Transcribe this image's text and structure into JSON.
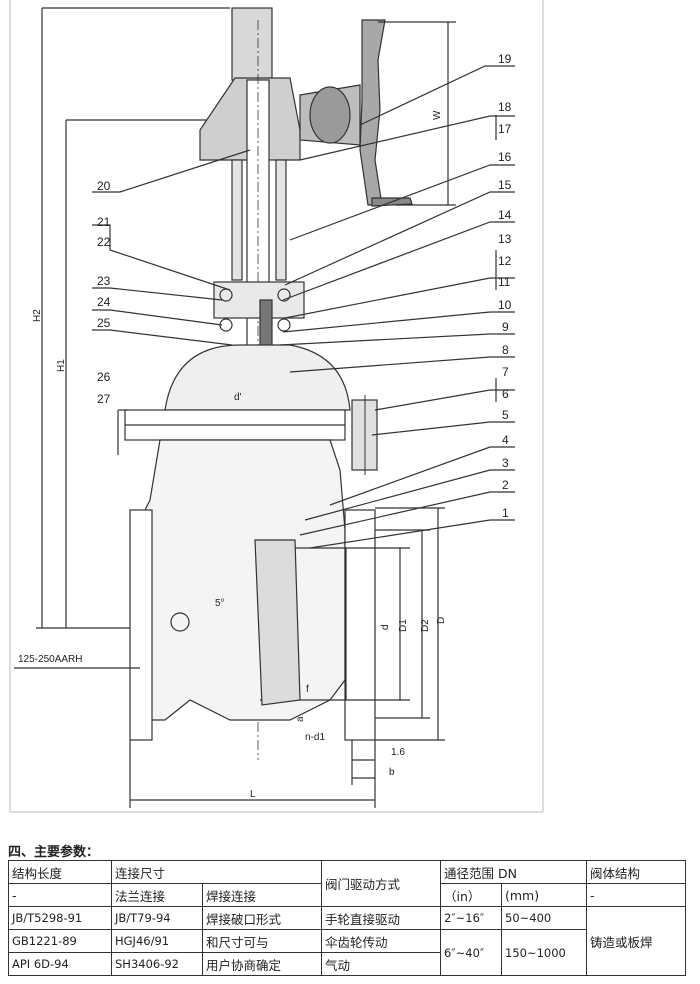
{
  "drawing": {
    "part_numbers": [
      "1",
      "2",
      "3",
      "4",
      "5",
      "6",
      "7",
      "8",
      "9",
      "10",
      "11",
      "12",
      "13",
      "14",
      "15",
      "16",
      "17",
      "18",
      "19",
      "20",
      "21",
      "22",
      "23",
      "24",
      "25",
      "26",
      "27"
    ],
    "dimension_labels": {
      "W": "W",
      "H1": "H1",
      "H2": "H2",
      "L": "L",
      "D": "D",
      "D1": "D1",
      "D2": "D2",
      "d": "d",
      "d_prime": "d'",
      "b": "b",
      "f": "1.6",
      "n_d1": "n-d1",
      "a": "a",
      "angle": "5°",
      "finish": "125-250AARH",
      "seal_mark": "f"
    }
  },
  "section_title": "四、主要参数：",
  "table": {
    "h_length": "结构长度",
    "h_conn": "连接尺寸",
    "h_drive": "阀门驱动方式",
    "h_dn": "通径范围 DN",
    "h_body": "阀体结构",
    "dash1": "-",
    "flange": "法兰连接",
    "weld": "焊接连接",
    "in": "（in）",
    "mm": "(mm)",
    "dash2": "-",
    "len1": "JB/T5298-91",
    "len2": "GB1221-89",
    "len3": "API 6D-94",
    "fl1": "JB/T79-94",
    "fl2": "HGJ46/91",
    "fl3": "SH3406-92",
    "weld1": "焊接破口形式",
    "weld2": "和尺寸可与",
    "weld3": "用户协商确定",
    "drive1": "手轮直接驱动",
    "drive2": "伞齿轮传动",
    "drive3": "气动",
    "in1": "2″~16″",
    "mm1": "50~400",
    "in2": "6″~40″",
    "mm2": "150~1000",
    "body": "铸造或板焊"
  }
}
